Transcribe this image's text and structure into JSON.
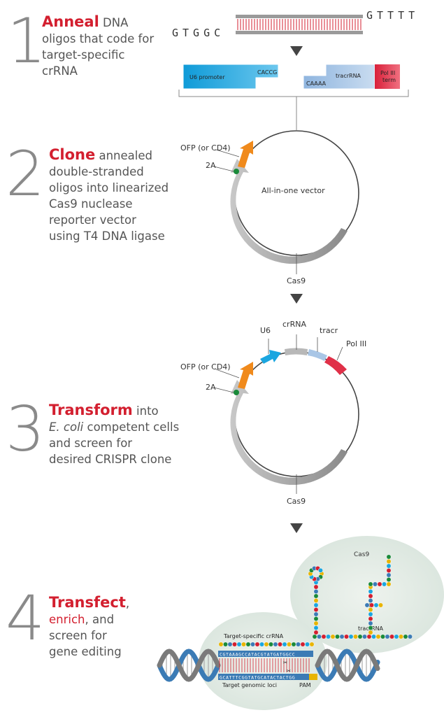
{
  "steps": [
    {
      "number": "1",
      "keyword": "Anneal",
      "lines": [
        "DNA",
        "oligos that code for",
        "target-specific",
        "crRNA"
      ]
    },
    {
      "number": "2",
      "keyword": "Clone",
      "lines": [
        "annealed",
        "double-stranded",
        "oligos into linearized",
        "Cas9 nuclease",
        "reporter vector",
        "using T4 DNA ligase"
      ]
    },
    {
      "number": "3",
      "keyword": "Transform",
      "lines": [
        "into",
        "E. coli",
        "competent cells",
        "and screen for",
        "desired CRISPR clone"
      ]
    },
    {
      "number": "4",
      "keyword": "Transfect",
      "after_keyword": ",",
      "second_keyword": "enrich",
      "lines": [
        ", and",
        "screen for",
        "gene editing"
      ]
    }
  ],
  "oligo": {
    "left_seq": "GTGGC",
    "right_seq": "GTTTT"
  },
  "construct": {
    "u6_promoter": "U6 promoter",
    "caccg": "CACCG",
    "caaaa": "CAAAA",
    "tracrrna": "tracrRNA",
    "pol3_term_line1": "Pol III",
    "pol3_term_line2": "term"
  },
  "vector1": {
    "ofp": "OFP (or CD4)",
    "twoA": "2A",
    "center": "All-in-one vector",
    "cas9": "Cas9"
  },
  "vector2": {
    "u6": "U6",
    "crrna": "crRNA",
    "tracr": "tracr",
    "pol3": "Pol III",
    "ofp": "OFP (or CD4)",
    "twoA": "2A",
    "cas9": "Cas9"
  },
  "editing": {
    "cas9": "Cas9",
    "tracrrna": "tracrRNA",
    "crrna": "Target-specific crRNA",
    "genomic": "Target genomic loci",
    "pam": "PAM",
    "top_strand": "CGTAAAGCCATACGTATGATGGCC",
    "bottom_strand": "GCATTTCGGTATGCATACTACTGG"
  },
  "colors": {
    "accent_red": "#d31f2f",
    "u6_blue": "#1aa6e0",
    "ofp_orange": "#f08a1c",
    "term_red": "#e03048",
    "tracr_blue": "#a9c6e6",
    "cas9_grey": "#9a9a9a",
    "green_dot": "#1a8a3a",
    "helix_blue": "#3b7bb5"
  }
}
